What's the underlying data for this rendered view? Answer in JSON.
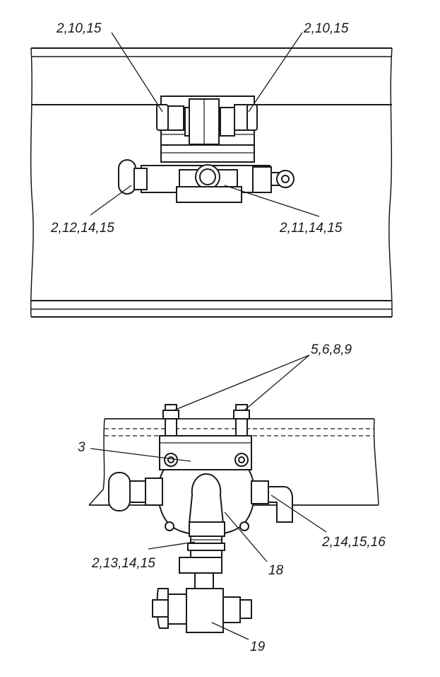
{
  "top_view": {
    "callouts": {
      "upper_left": "2,10,15",
      "upper_right": "2,10,15",
      "lower_left": "2,12,14,15",
      "lower_right": "2,11,14,15"
    }
  },
  "side_view": {
    "callouts": {
      "bolts": "5,6,8,9",
      "bracket": "3",
      "fitting_right": "2,14,15,16",
      "fitting_bottom": "2,13,14,15",
      "valve_body": "18",
      "drain_valve": "19"
    }
  }
}
